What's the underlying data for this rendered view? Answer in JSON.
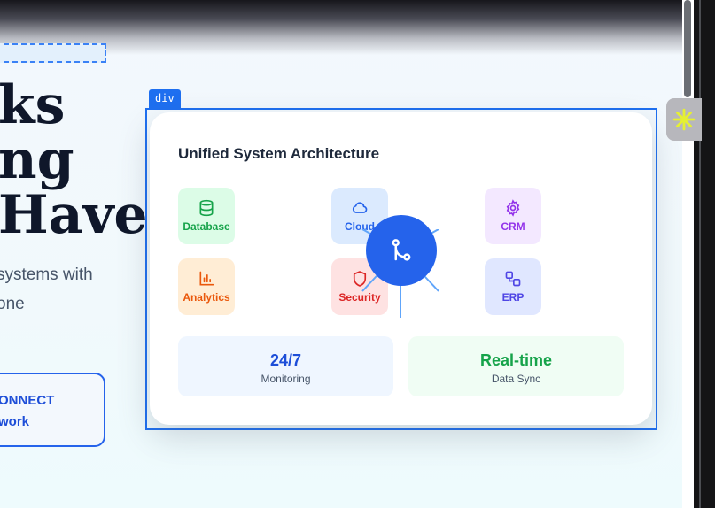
{
  "hero": {
    "title_lines": "ks\nng\nHave",
    "subtitle": "systems with\none",
    "connect_button": "ONNECT\nwork"
  },
  "inspector": {
    "tag": "div"
  },
  "card": {
    "title": "Unified System Architecture",
    "modules": [
      {
        "label": "Database",
        "icon": "database-icon",
        "color": "#16a34a"
      },
      {
        "label": "Cloud",
        "icon": "cloud-icon",
        "color": "#2563eb"
      },
      {
        "label": "CRM",
        "icon": "gear-icon",
        "color": "#9333ea"
      },
      {
        "label": "Analytics",
        "icon": "bar-chart-icon",
        "color": "#ea580c"
      },
      {
        "label": "Security",
        "icon": "shield-icon",
        "color": "#dc2626"
      },
      {
        "label": "ERP",
        "icon": "connected-boxes-icon",
        "color": "#4f46e5"
      }
    ],
    "hub_icon": "git-branch-icon",
    "stats": [
      {
        "value": "24/7",
        "label": "Monitoring"
      },
      {
        "value": "Real-time",
        "label": "Data Sync"
      }
    ]
  },
  "colors": {
    "accent": "#2563eb",
    "inspector_highlight": "#1e6ff0",
    "widget_star": "#e5f032"
  }
}
